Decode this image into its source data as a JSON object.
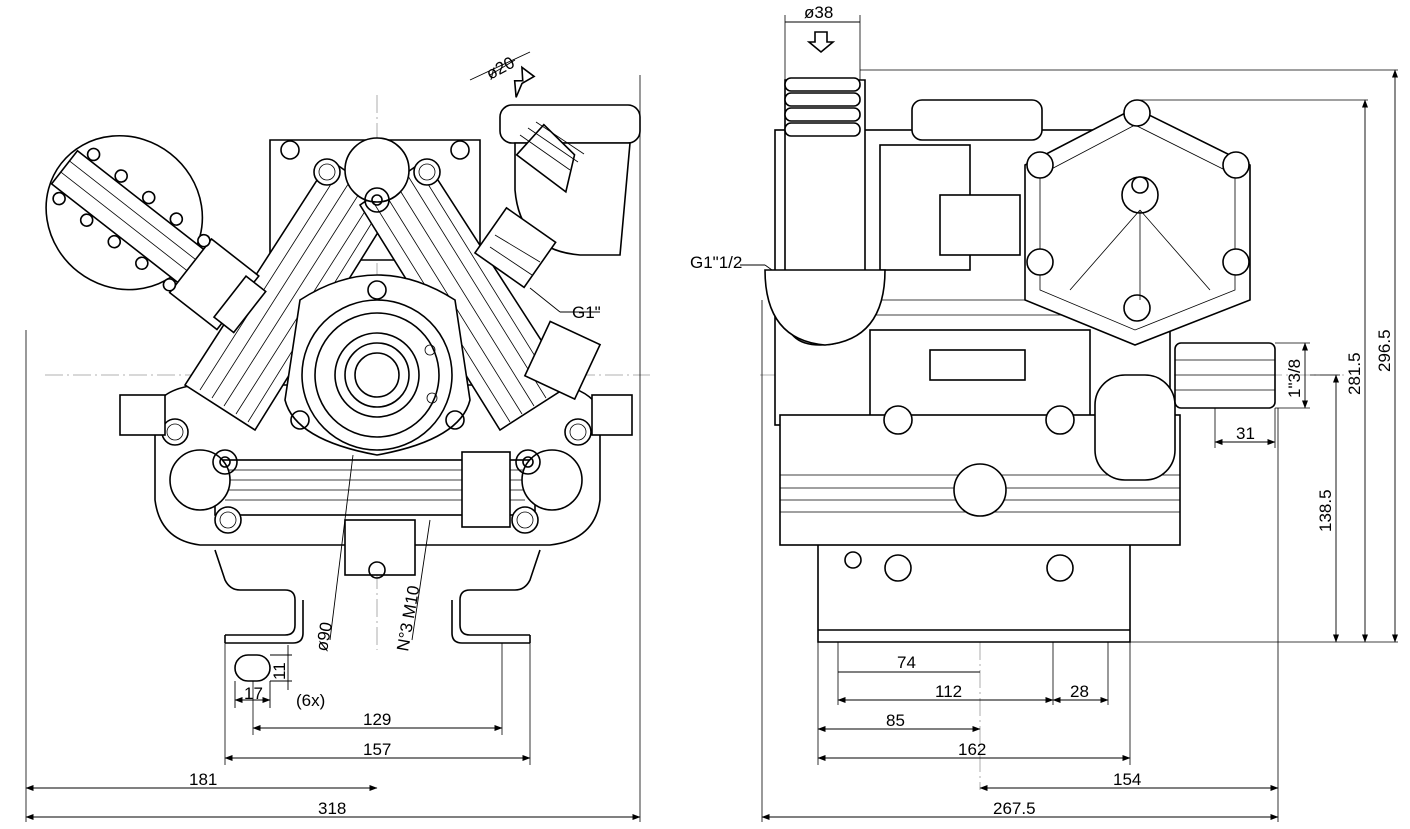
{
  "left_view": {
    "dimensions": {
      "d20": "ø20",
      "g1": "G1\"",
      "d90": "ø90",
      "m10": "N°3 M10",
      "slot_11": "11",
      "slot_17": "17",
      "slot_count": "(6x)",
      "d129": "129",
      "d157": "157",
      "d181": "181",
      "d318": "318"
    }
  },
  "right_view": {
    "dimensions": {
      "d38": "ø38",
      "g1_1_2": "G1\"1/2",
      "shaft": "1\"3/8",
      "d31": "31",
      "d74": "74",
      "d112": "112",
      "d28": "28",
      "d85": "85",
      "d162": "162",
      "d154": "154",
      "d267_5": "267.5",
      "d138_5": "138.5",
      "d281_5": "281.5",
      "d296_5": "296.5"
    }
  }
}
